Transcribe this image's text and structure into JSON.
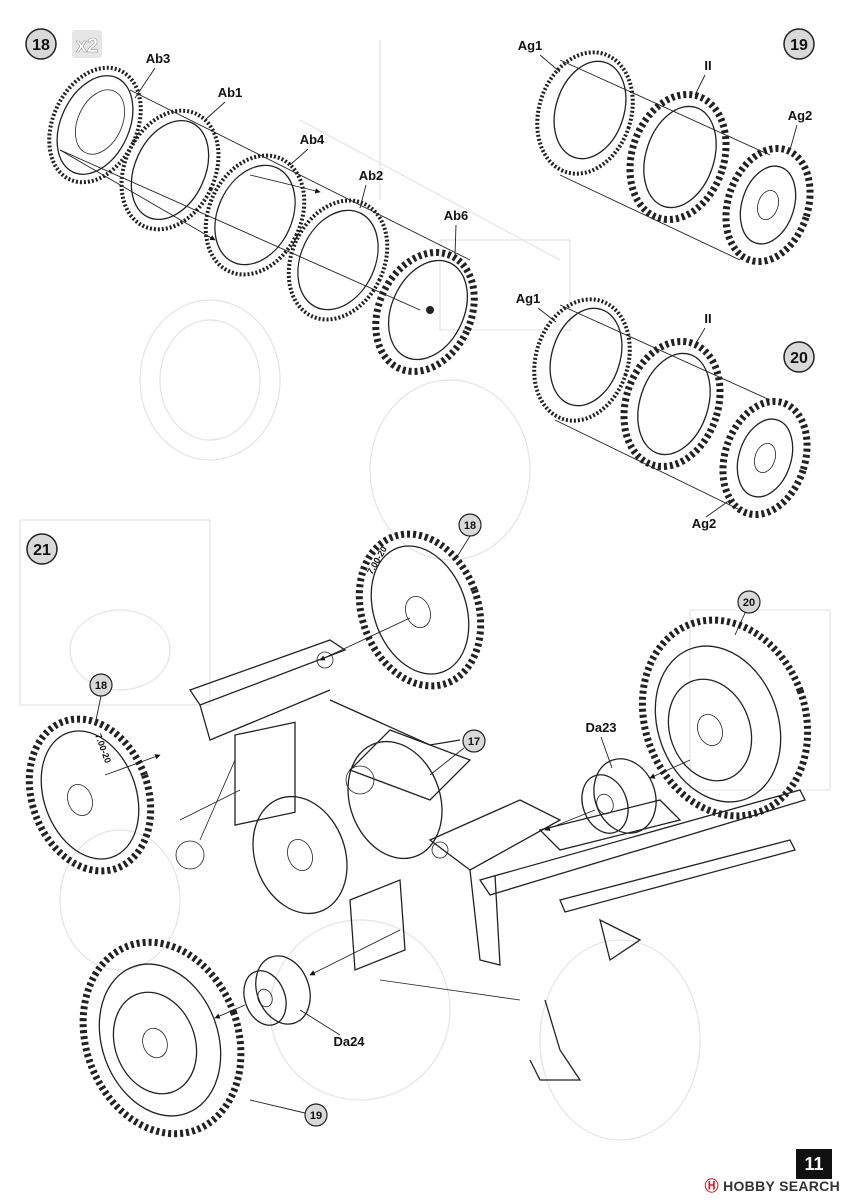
{
  "steps": {
    "s18": {
      "number": "18",
      "multiplier": "x2"
    },
    "s19": {
      "number": "19"
    },
    "s20": {
      "number": "20"
    },
    "s21": {
      "number": "21"
    }
  },
  "parts": {
    "ab3": "Ab3",
    "ab1": "Ab1",
    "ab4": "Ab4",
    "ab2": "Ab2",
    "ab6": "Ab6",
    "ag1_a": "Ag1",
    "ii_a": "II",
    "ag2_a": "Ag2",
    "ag1_b": "Ag1",
    "ii_b": "II",
    "ag2_b": "Ag2",
    "da23": "Da23",
    "da24": "Da24"
  },
  "tire_marking": "7.00-20",
  "refs": {
    "r18_top": "18",
    "r18_left": "18",
    "r20": "20",
    "r17": "17",
    "r19": "19"
  },
  "page_number": "11",
  "watermark": {
    "brand": "HOBBY SEARCH",
    "logo": "Ⓗ"
  }
}
